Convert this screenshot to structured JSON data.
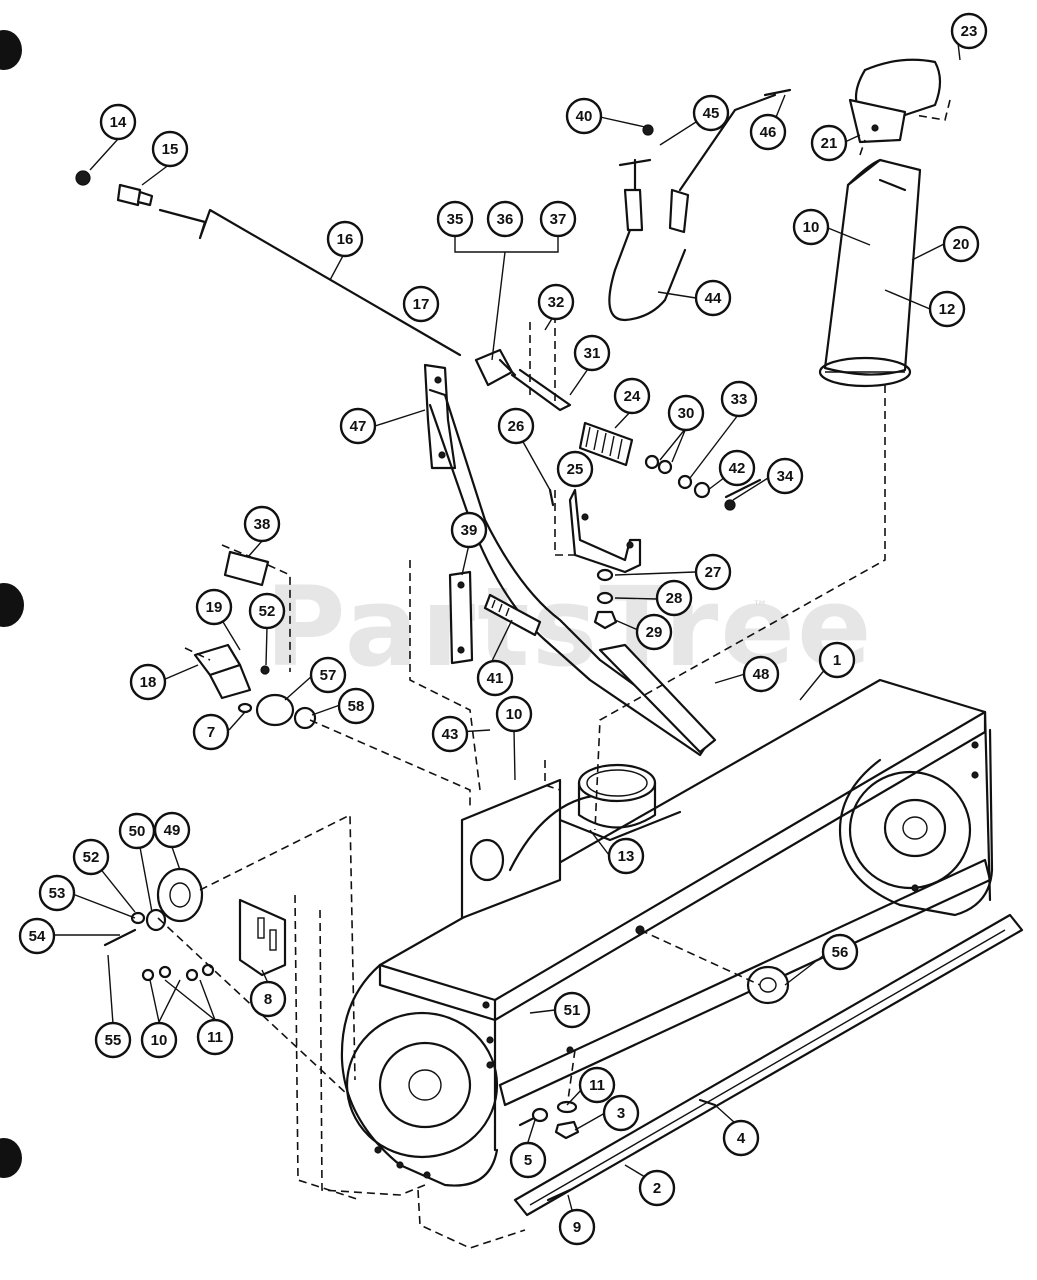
{
  "watermark": {
    "brand": "PartsTree",
    "trademark": "™"
  },
  "callouts": [
    {
      "label": "1"
    },
    {
      "label": "2"
    },
    {
      "label": "3"
    },
    {
      "label": "4"
    },
    {
      "label": "5"
    },
    {
      "label": "7"
    },
    {
      "label": "8"
    },
    {
      "label": "9"
    },
    {
      "label": "10"
    },
    {
      "label": "10"
    },
    {
      "label": "10"
    },
    {
      "label": "11"
    },
    {
      "label": "11"
    },
    {
      "label": "12"
    },
    {
      "label": "13"
    },
    {
      "label": "14"
    },
    {
      "label": "15"
    },
    {
      "label": "16"
    },
    {
      "label": "17"
    },
    {
      "label": "18"
    },
    {
      "label": "19"
    },
    {
      "label": "20"
    },
    {
      "label": "21"
    },
    {
      "label": "23"
    },
    {
      "label": "24"
    },
    {
      "label": "25"
    },
    {
      "label": "26"
    },
    {
      "label": "27"
    },
    {
      "label": "28"
    },
    {
      "label": "29"
    },
    {
      "label": "30"
    },
    {
      "label": "31"
    },
    {
      "label": "32"
    },
    {
      "label": "33"
    },
    {
      "label": "34"
    },
    {
      "label": "35"
    },
    {
      "label": "36"
    },
    {
      "label": "37"
    },
    {
      "label": "38"
    },
    {
      "label": "39"
    },
    {
      "label": "40"
    },
    {
      "label": "41"
    },
    {
      "label": "42"
    },
    {
      "label": "43"
    },
    {
      "label": "44"
    },
    {
      "label": "45"
    },
    {
      "label": "46"
    },
    {
      "label": "47"
    },
    {
      "label": "48"
    },
    {
      "label": "49"
    },
    {
      "label": "50"
    },
    {
      "label": "51"
    },
    {
      "label": "52"
    },
    {
      "label": "52"
    },
    {
      "label": "53"
    },
    {
      "label": "54"
    },
    {
      "label": "55"
    },
    {
      "label": "56"
    },
    {
      "label": "57"
    },
    {
      "label": "58"
    }
  ]
}
